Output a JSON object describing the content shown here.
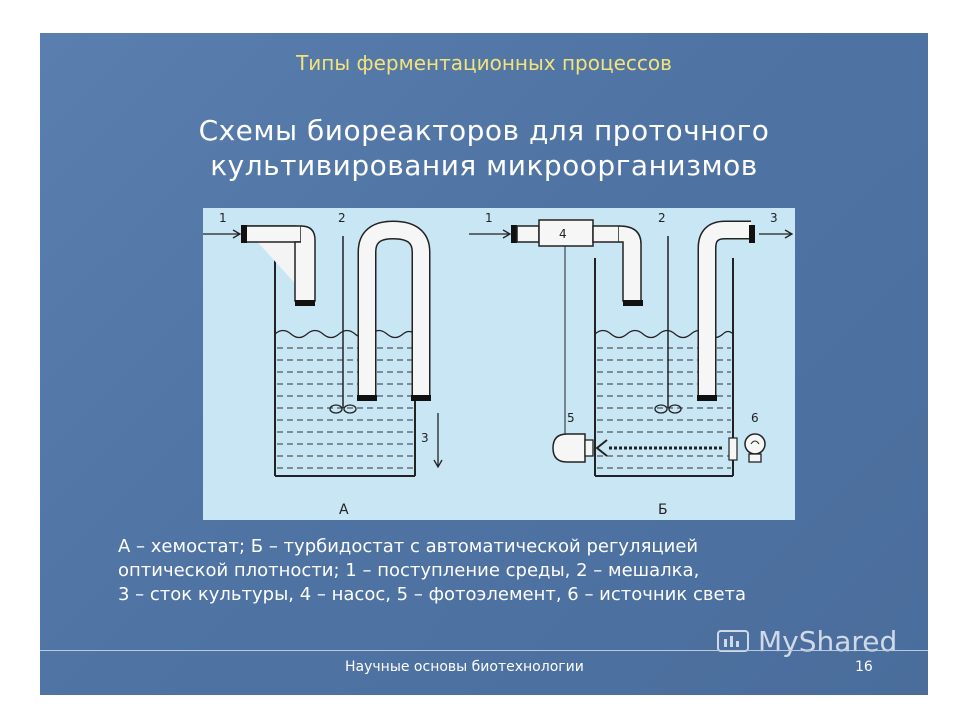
{
  "slide": {
    "topic": "Типы ферментационных процессов",
    "title_line1": "Схемы биореакторов для проточного",
    "title_line2": "культивирования микроорганизмов",
    "footer": "Научные основы биотехнологии",
    "page_number": "16",
    "watermark": "MyShared"
  },
  "diagram": {
    "reactor_a_label": "А",
    "reactor_b_label": "Б",
    "labels": {
      "a_inlet": "1",
      "a_stirrer": "2",
      "a_outlet": "3",
      "b_inlet": "1",
      "b_pump": "4",
      "b_stirrer": "2",
      "b_outlet": "3",
      "b_photocell": "5",
      "b_light": "6"
    }
  },
  "caption": {
    "line1": "А – хемостат; Б – турбидостат с автоматической регуляцией",
    "line2": "оптической плотности; 1 – поступление среды, 2 – мешалка,",
    "line3": "3 – сток культуры, 4 – насос, 5 – фотоэлемент, 6 – источник света"
  },
  "colors": {
    "background": "#5078a8",
    "topic": "#f4e37a",
    "diagram_bg": "#c9e6f5",
    "pipe": "#ffffff"
  }
}
